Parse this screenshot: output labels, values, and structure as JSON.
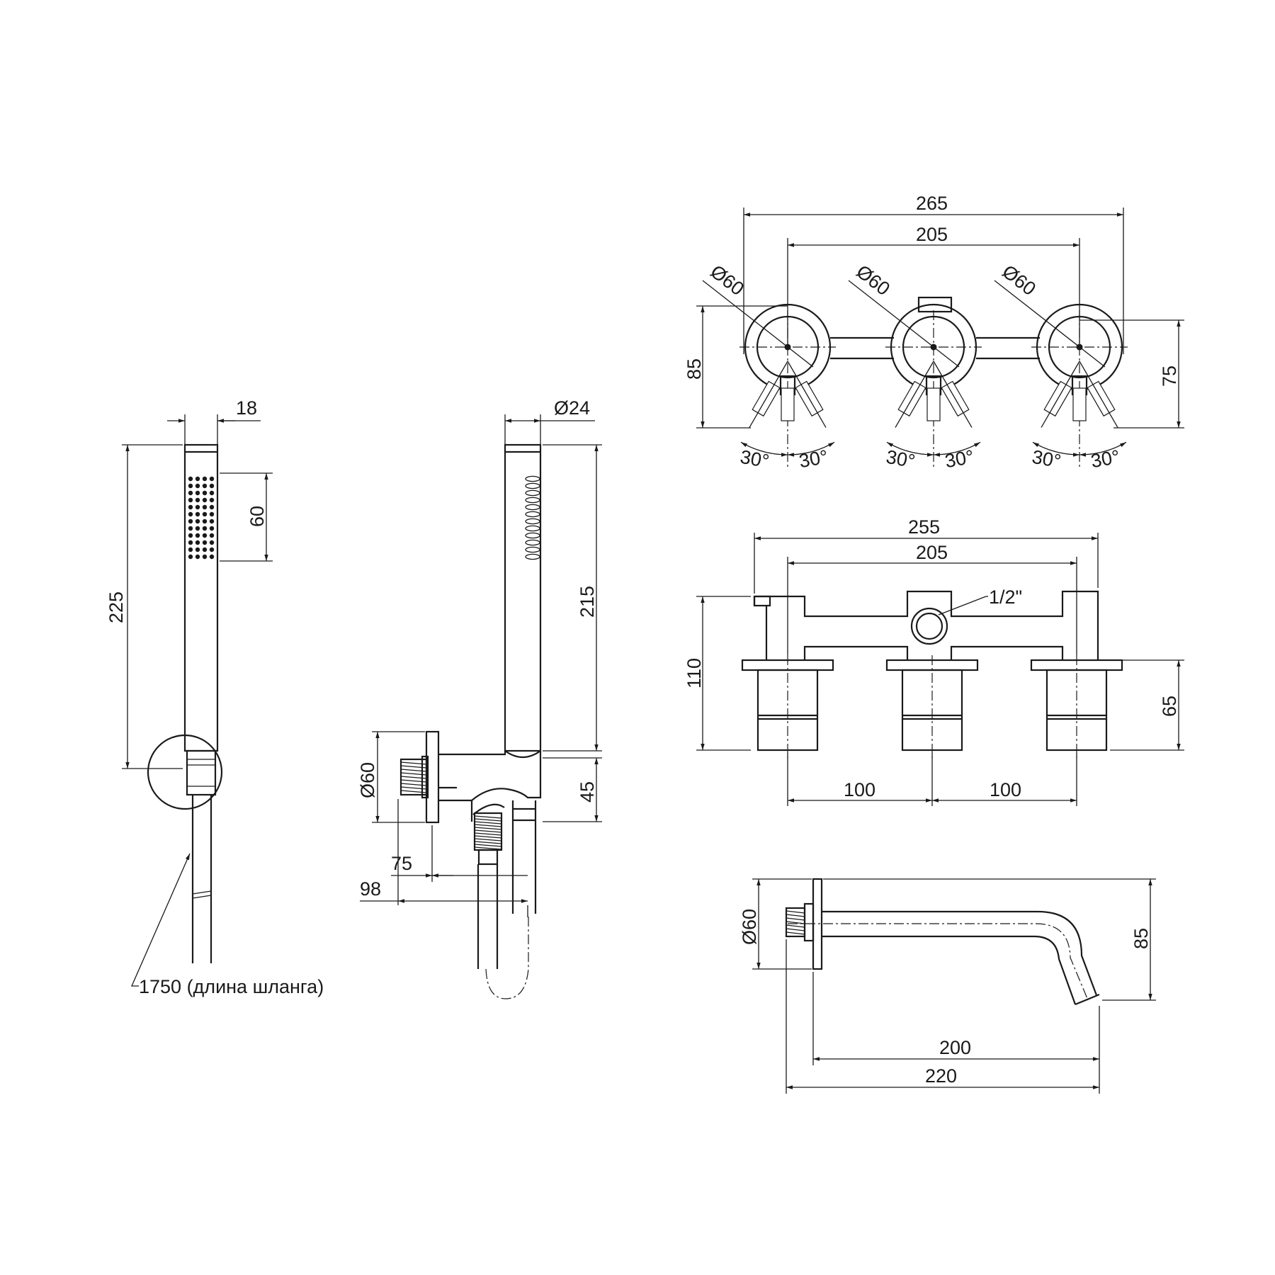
{
  "handshower_front": {
    "width": "18",
    "spray_length": "60",
    "total_height": "225",
    "hose_note": "1750 (длина шланга)"
  },
  "handshower_side": {
    "diameter": "Ø24",
    "body_height": "215",
    "holder_height": "45",
    "flange_diameter": "Ø60",
    "depth_75": "75",
    "depth_98": "98"
  },
  "valves_front": {
    "overall_width": "265",
    "axis_spacing": "205",
    "handle_diameter_1": "Ø60",
    "handle_diameter_2": "Ø60",
    "handle_diameter_3": "Ø60",
    "height_left": "85",
    "height_right": "75",
    "angles": [
      "30°",
      "30°",
      "30°",
      "30°",
      "30°",
      "30°"
    ]
  },
  "valves_top": {
    "overall_width": "255",
    "axis_spacing": "205",
    "connection": "1/2\"",
    "height_left": "110",
    "height_right": "65",
    "spacing_left": "100",
    "spacing_right": "100"
  },
  "spout": {
    "flange_diameter": "Ø60",
    "height": "85",
    "length": "200",
    "overall_length": "220"
  }
}
